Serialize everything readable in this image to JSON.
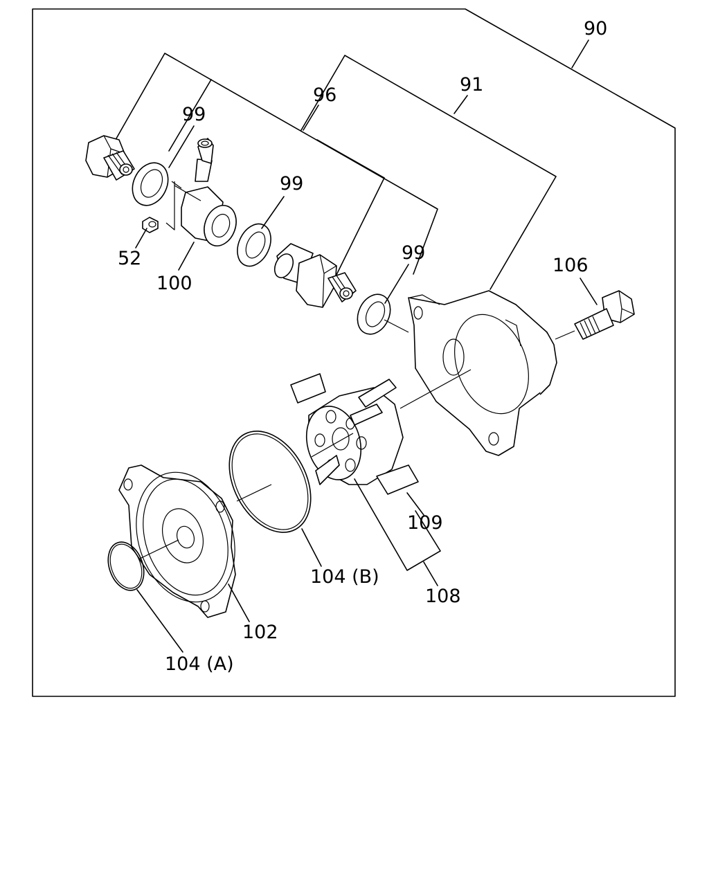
{
  "diagram": {
    "labels": {
      "l90": "90",
      "l91": "91",
      "l96": "96",
      "l99a": "99",
      "l99b": "99",
      "l99c": "99",
      "l52": "52",
      "l100": "100",
      "l106": "106",
      "l109": "109",
      "l108": "108",
      "l104b": "104 (B)",
      "l102": "102",
      "l104a": "104 (A)"
    }
  }
}
